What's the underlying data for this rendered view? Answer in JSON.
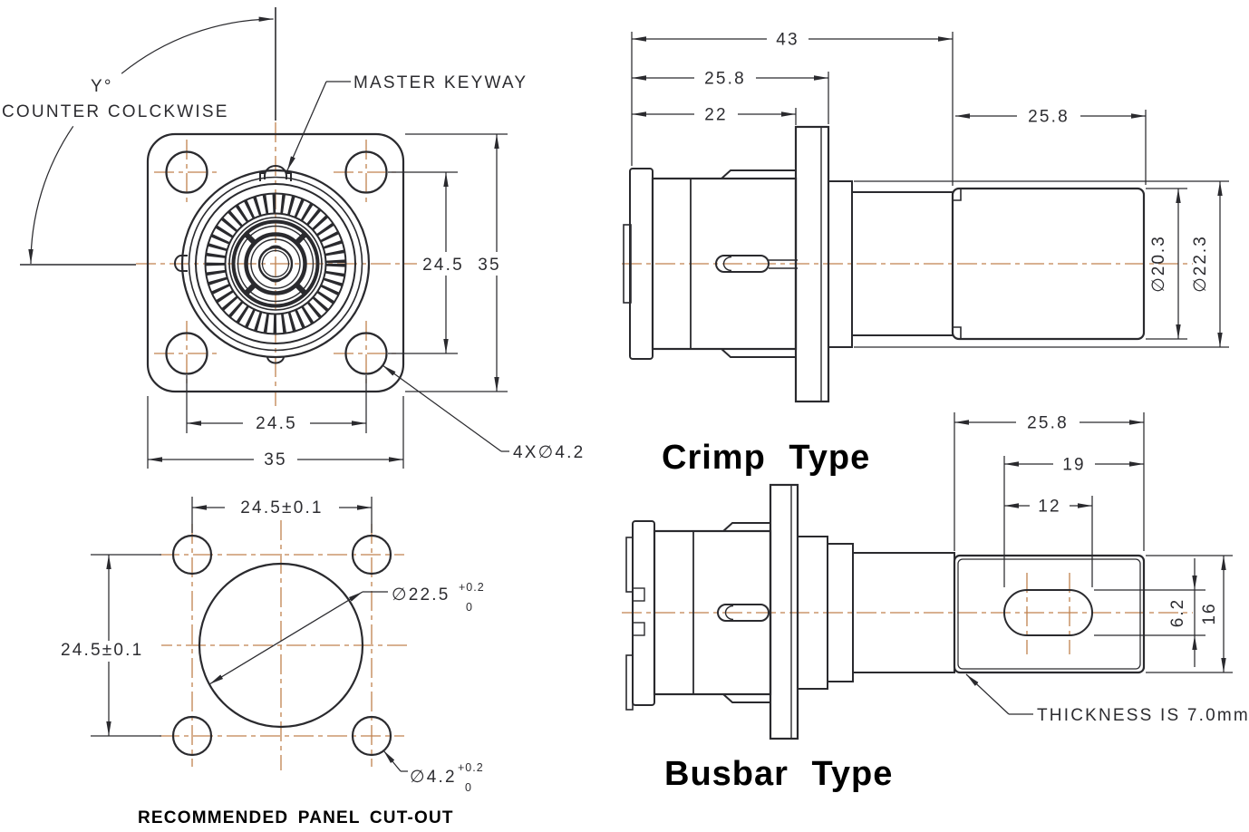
{
  "front": {
    "angle_label": "Y°",
    "angle_note": "COUNTER COLCKWISE",
    "keyway_label": "MASTER KEYWAY",
    "dim_hole_pitch_v": "24.5",
    "dim_flange_v": "35",
    "dim_hole_pitch_h": "24.5",
    "dim_flange_h": "35",
    "holes_label": "4X∅4.2"
  },
  "panel": {
    "dim_pitch_h": "24.5±0.1",
    "dim_pitch_v": "24.5±0.1",
    "cutout_dia": "∅22.5",
    "cutout_tol_plus": "+0.2",
    "cutout_tol_zero": "0",
    "hole_dia": "∅4.2",
    "hole_tol_plus": "+0.2",
    "hole_tol_zero": "0",
    "caption": "RECOMMENDED PANEL CUT-OUT"
  },
  "crimp": {
    "title": "Crimp Type",
    "dim_overall": "43",
    "dim_to_flange_far": "25.8",
    "dim_to_flange_near": "22",
    "dim_barrel_length": "25.8",
    "dim_barrel_dia": "∅20.3",
    "dim_body_dia": "∅22.3"
  },
  "busbar": {
    "title": "Busbar Type",
    "dim_lug_length": "25.8",
    "dim_slot_to_end": "19",
    "dim_slot_length": "12",
    "dim_slot_width": "6.2",
    "dim_lug_width": "16",
    "thickness_note": "THICKNESS IS 7.0mm"
  },
  "colors": {
    "line": "#2a2a2e",
    "centerline": "#c0824f",
    "dim_text": "#2c2c30",
    "label_text": "#000000"
  }
}
